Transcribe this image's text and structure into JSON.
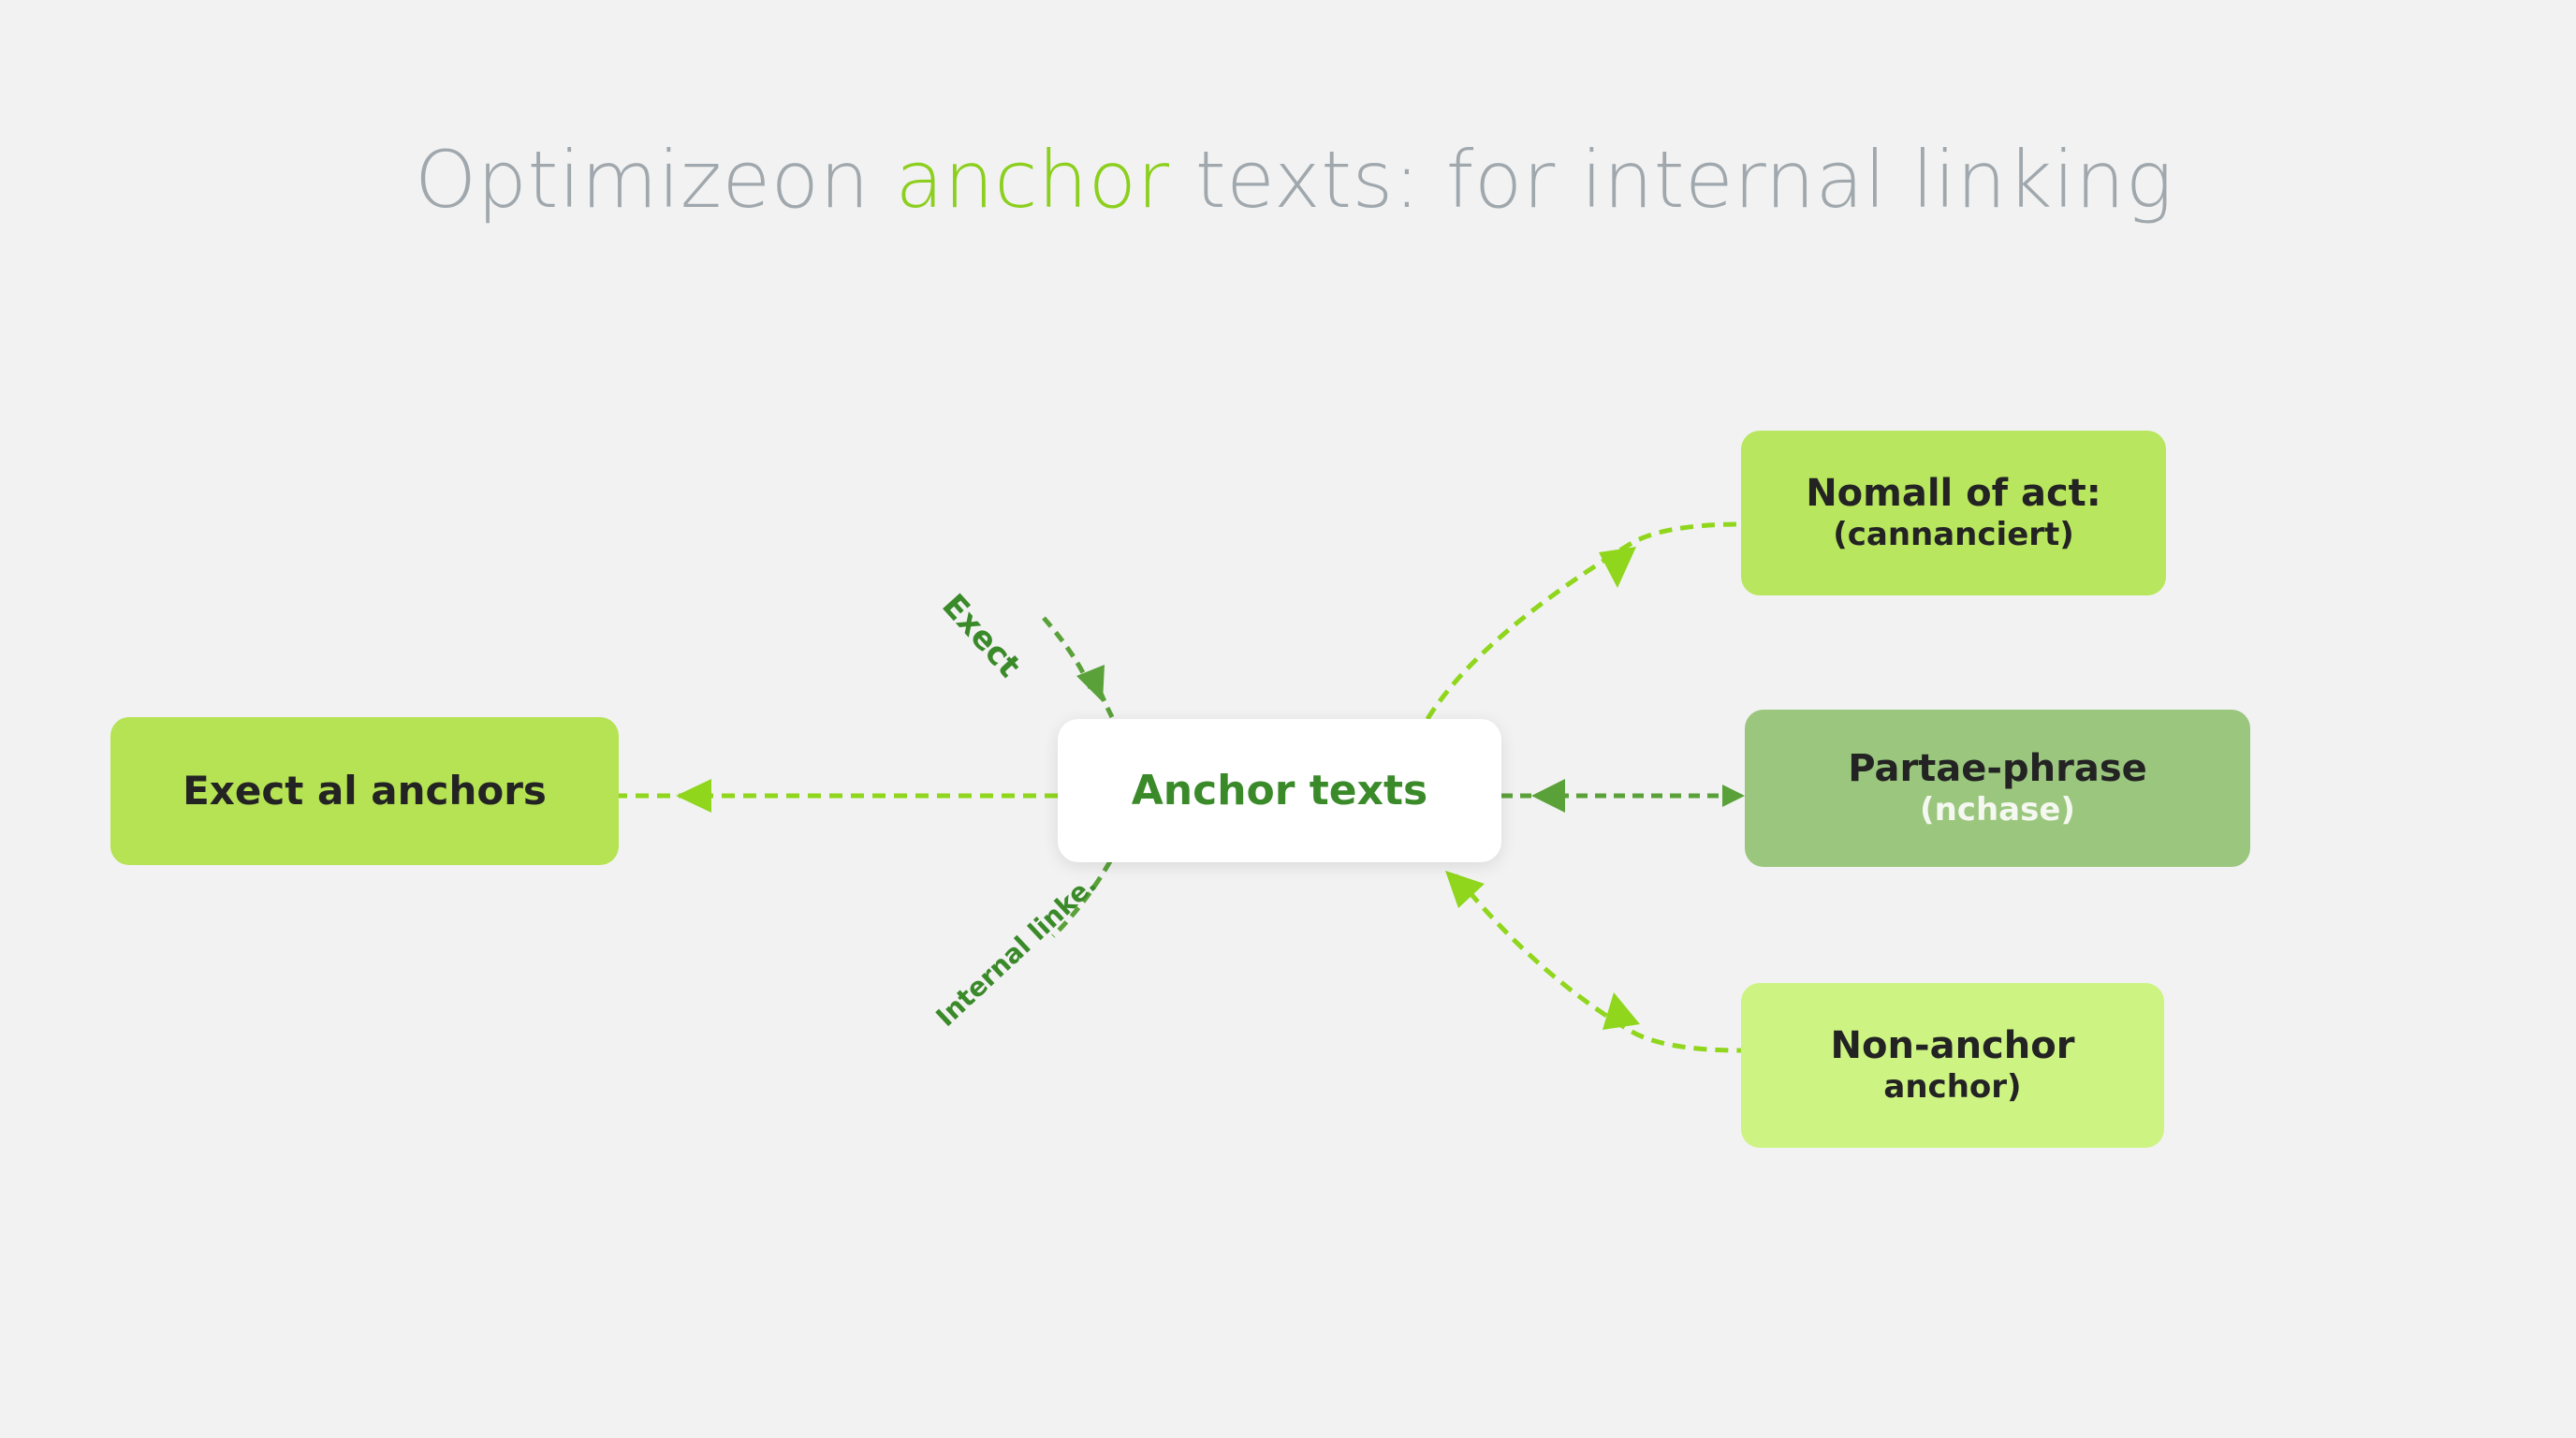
{
  "title": {
    "part1": "Optimizeon ",
    "accent": "anchor",
    "part2": " texts: for internal linking"
  },
  "nodes": {
    "center": {
      "label": "Anchor texts"
    },
    "exact": {
      "label": "Exect al anchors"
    },
    "normal": {
      "line1": "Nomall of act:",
      "line2": "(cannanciert)"
    },
    "partial": {
      "line1": "Partae-phrase",
      "line2": "(nchase)"
    },
    "nonanchor": {
      "line1": "Non-anchor",
      "line2": "anchor)"
    }
  },
  "edge_labels": {
    "exact": "Exect",
    "internal": "Internal linke."
  },
  "colors": {
    "background": "#f2f2f2",
    "title_gray": "#a0a8ad",
    "accent": "#8ccf1e",
    "dark_green_text": "#3a8a2a",
    "node_exact": "#b5e354",
    "node_normal": "#b8e65e",
    "node_partial": "#9bc67e",
    "node_nonanchor": "#cdf383",
    "connector_light": "#8fd61c",
    "connector_dark": "#5aa13a"
  }
}
